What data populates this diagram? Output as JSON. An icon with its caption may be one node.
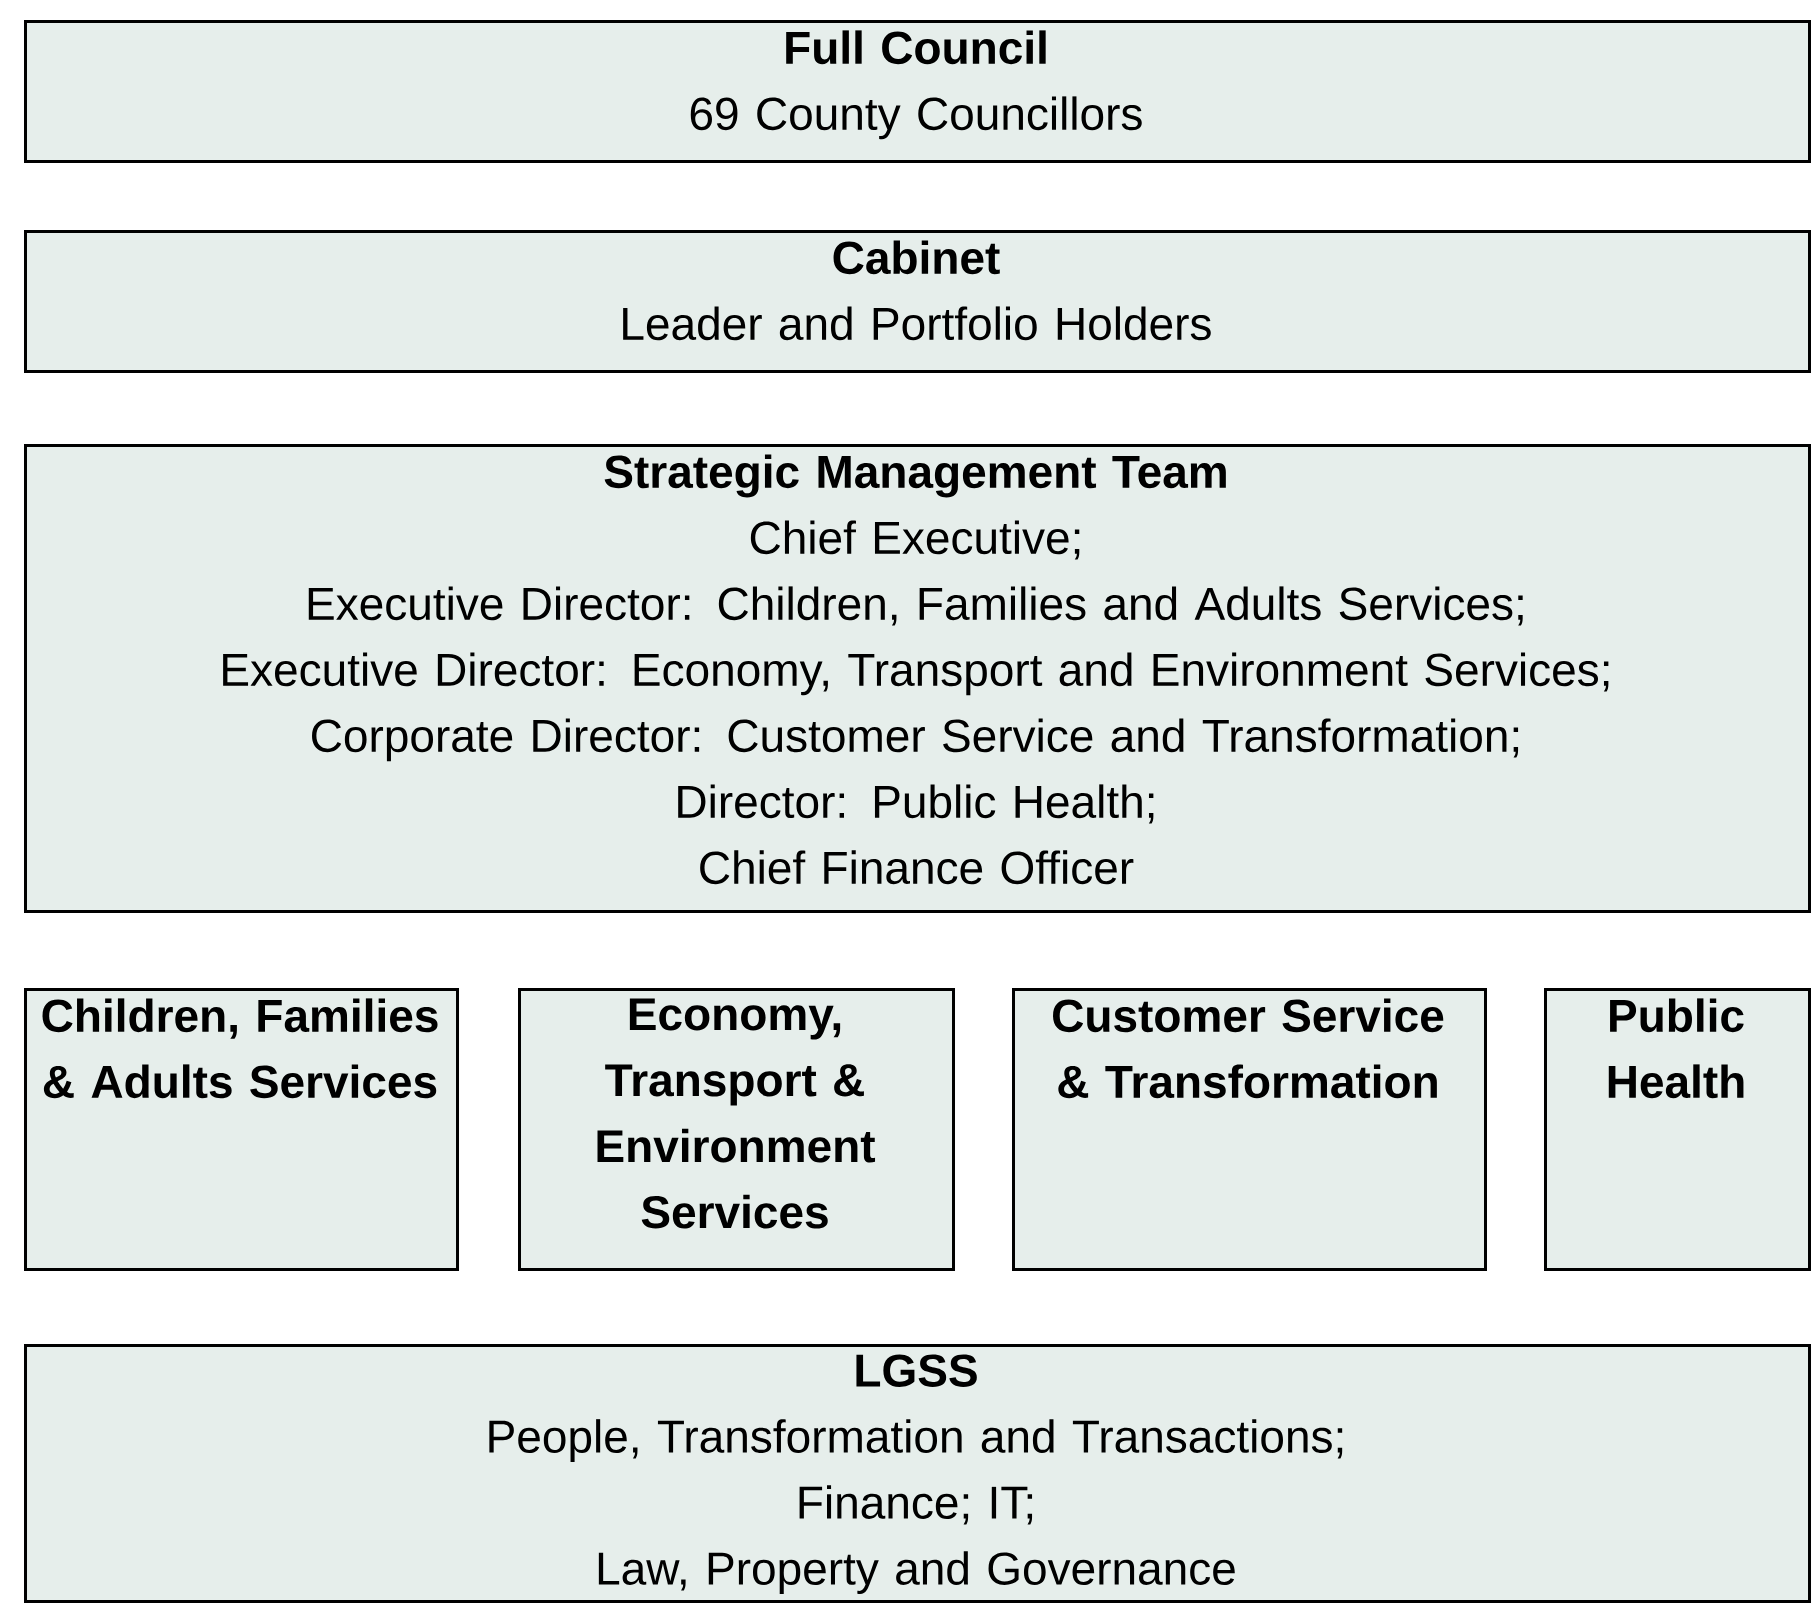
{
  "diagram": {
    "nodes": [
      {
        "text": [
          "Full Council",
          "69 County Councillors"
        ]
      },
      {
        "text": [
          "Cabinet",
          "Leader and Portfolio Holders"
        ]
      },
      {
        "text": [
          "Strategic Management Team",
          "Chief Executive;",
          "Executive Director: Children, Families and Adults Services;",
          "Executive Director: Economy, Transport and Environment Services;",
          "Corporate Director: Customer Service and Transformation;",
          "Director: Public Health;",
          "Chief Finance Officer"
        ]
      },
      {
        "text": [
          "Children, Families & Adults Services"
        ]
      },
      {
        "text": [
          "Economy, Transport & Environment Services"
        ]
      },
      {
        "text": [
          "Customer Service & Transformation"
        ]
      },
      {
        "text": [
          "Public Health"
        ]
      },
      {
        "text": [
          "LGSS",
          "People, Transformation and Transactions;",
          "Finance; IT;",
          "Law, Property and Governance"
        ]
      }
    ]
  }
}
